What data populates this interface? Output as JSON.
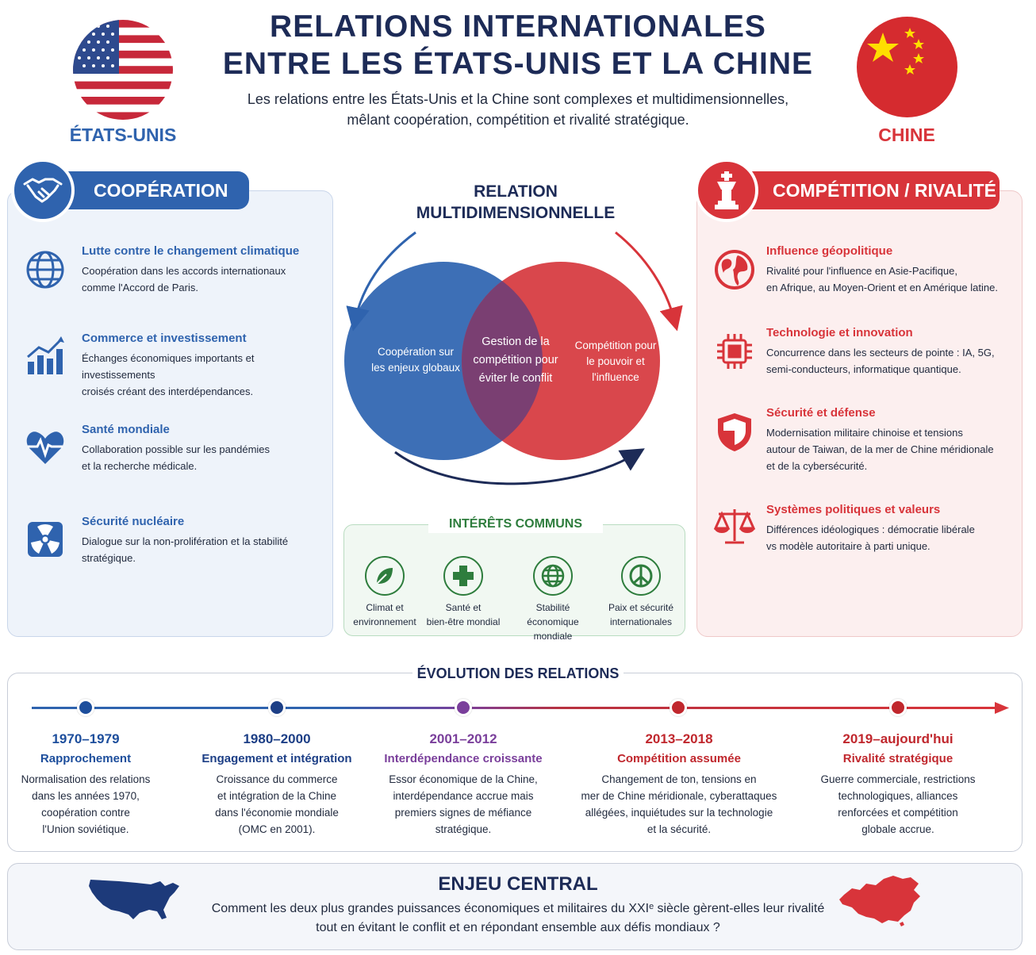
{
  "header": {
    "title_line1": "RELATIONS INTERNATIONALES",
    "title_line2": "ENTRE LES ÉTATS-UNIS ET LA CHINE",
    "subtitle_line1": "Les relations entre les États-Unis et la Chine sont complexes et multidimensionnelles,",
    "subtitle_line2": "mêlant coopération, compétition et rivalité stratégique.",
    "left_country": "ÉTATS-UNIS",
    "right_country": "CHINE"
  },
  "colors": {
    "blue": "#2f63ae",
    "red": "#d8343a",
    "navy": "#1d2b57",
    "purple": "#7a3f9b",
    "green": "#2e7d3d"
  },
  "cooperation": {
    "title": "COOPÉRATION",
    "items": [
      {
        "icon": "globe-icon",
        "title": "Lutte contre le changement climatique",
        "text1": "Coopération dans les accords internationaux",
        "text2": "comme l'Accord de Paris."
      },
      {
        "icon": "growth-chart-icon",
        "title": "Commerce et investissement",
        "text1": "Échanges économiques importants et investissements",
        "text2": "croisés créant des interdépendances."
      },
      {
        "icon": "heartbeat-icon",
        "title": "Santé mondiale",
        "text1": "Collaboration possible sur les pandémies",
        "text2": "et la recherche médicale."
      },
      {
        "icon": "radiation-icon",
        "title": "Sécurité nucléaire",
        "text1": "Dialogue sur la non-prolifération et la stabilité",
        "text2": "stratégique."
      }
    ]
  },
  "competition": {
    "title": "COMPÉTITION / RIVALITÉ",
    "items": [
      {
        "icon": "earth-icon",
        "title": "Influence géopolitique",
        "text1": "Rivalité pour l'influence en Asie-Pacifique,",
        "text2": "en Afrique, au Moyen-Orient et en Amérique latine.",
        "text3": ""
      },
      {
        "icon": "chip-icon",
        "title": "Technologie et innovation",
        "text1": "Concurrence dans les secteurs de pointe : IA, 5G,",
        "text2": "semi-conducteurs, informatique quantique.",
        "text3": ""
      },
      {
        "icon": "shield-icon",
        "title": "Sécurité et défense",
        "text1": "Modernisation militaire chinoise et tensions",
        "text2": "autour de Taiwan, de la mer de Chine méridionale",
        "text3": "et de la cybersécurité."
      },
      {
        "icon": "scales-icon",
        "title": "Systèmes politiques et valeurs",
        "text1": "Différences idéologiques : démocratie libérale",
        "text2": "vs modèle autoritaire à parti unique.",
        "text3": ""
      }
    ]
  },
  "venn": {
    "title_line1": "RELATION",
    "title_line2": "MULTIDIMENSIONNELLE",
    "left_line1": "Coopération sur",
    "left_line2": "les enjeux globaux",
    "center_line1": "Gestion de la",
    "center_line2": "compétition pour",
    "center_line3": "éviter le conflit",
    "right_line1": "Compétition pour",
    "right_line2": "le pouvoir et",
    "right_line3": "l'influence"
  },
  "interests": {
    "title": "INTÉRÊTS COMMUNS",
    "items": [
      {
        "icon": "leaf-icon",
        "line1": "Climat et",
        "line2": "environnement"
      },
      {
        "icon": "medical-cross-icon",
        "line1": "Santé et",
        "line2": "bien-être mondial"
      },
      {
        "icon": "globe-network-icon",
        "line1": "Stabilité économique",
        "line2": "mondiale"
      },
      {
        "icon": "peace-icon",
        "line1": "Paix et sécurité",
        "line2": "internationales"
      }
    ]
  },
  "timeline": {
    "title": "ÉVOLUTION DES RELATIONS",
    "periods": [
      {
        "years": "1970–1979",
        "label": "Rapprochement",
        "l1": "Normalisation des relations",
        "l2": "dans les années 1970,",
        "l3": "coopération contre",
        "l4": "l'Union soviétique.",
        "color": "#1d4e9c"
      },
      {
        "years": "1980–2000",
        "label": "Engagement et intégration",
        "l1": "Croissance du commerce",
        "l2": "et intégration de la Chine",
        "l3": "dans l'économie mondiale",
        "l4": "(OMC en 2001).",
        "color": "#1d3f86"
      },
      {
        "years": "2001–2012",
        "label": "Interdépendance croissante",
        "l1": "Essor économique de la Chine,",
        "l2": "interdépendance accrue mais",
        "l3": "premiers signes de méfiance",
        "l4": "stratégique.",
        "color": "#7a3f9b"
      },
      {
        "years": "2013–2018",
        "label": "Compétition assumée",
        "l1": "Changement de ton, tensions en",
        "l2": "mer de Chine méridionale, cyberattaques",
        "l3": "allégées, inquiétudes sur la technologie",
        "l4": "et la sécurité.",
        "color": "#c0272d"
      },
      {
        "years": "2019–aujourd'hui",
        "label": "Rivalité stratégique",
        "l1": "Guerre commerciale, restrictions",
        "l2": "technologiques, alliances",
        "l3": "renforcées et compétition",
        "l4": "globale accrue.",
        "color": "#c0272d"
      }
    ]
  },
  "central": {
    "title": "ENJEU CENTRAL",
    "line1": "Comment les deux plus grandes puissances économiques et militaires du XXIᵉ siècle gèrent-elles leur rivalité",
    "line2": "tout en évitant le conflit et en répondant ensemble aux défis mondiaux ?"
  }
}
